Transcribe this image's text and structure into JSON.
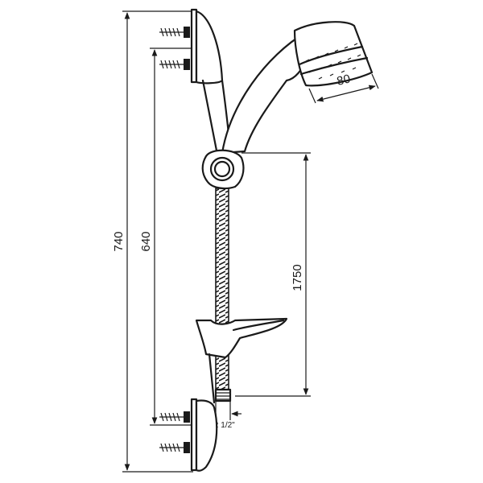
{
  "diagram": {
    "dimensions": {
      "total_length": "740",
      "bracket_spacing": "640",
      "hose_length": "1750",
      "head_diameter": "80",
      "thread_size": "R 1/2\""
    },
    "colors": {
      "line": "#1a1a1a",
      "background": "#ffffff"
    }
  }
}
